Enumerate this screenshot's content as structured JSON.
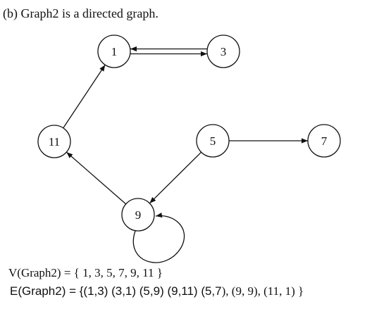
{
  "caption": "(b)  Graph2 is a directed graph.",
  "graph": {
    "nodes": [
      {
        "id": "1",
        "label": "1"
      },
      {
        "id": "3",
        "label": "3"
      },
      {
        "id": "11",
        "label": "11"
      },
      {
        "id": "5",
        "label": "5"
      },
      {
        "id": "7",
        "label": "7"
      },
      {
        "id": "9",
        "label": "9"
      }
    ],
    "edges": [
      {
        "from": "1",
        "to": "3"
      },
      {
        "from": "3",
        "to": "1"
      },
      {
        "from": "5",
        "to": "9"
      },
      {
        "from": "9",
        "to": "11"
      },
      {
        "from": "5",
        "to": "7"
      },
      {
        "from": "9",
        "to": "9"
      },
      {
        "from": "11",
        "to": "1"
      }
    ]
  },
  "vertex_set": "V(Graph2) = { 1, 3, 5, 7, 9, 11 }",
  "edge_set": {
    "typed_part": "E(Graph2) = {(1,3) (3,1) (5,9) (9,11) (5,7",
    "printed_part": "), (9, 9), (11, 1) }"
  }
}
